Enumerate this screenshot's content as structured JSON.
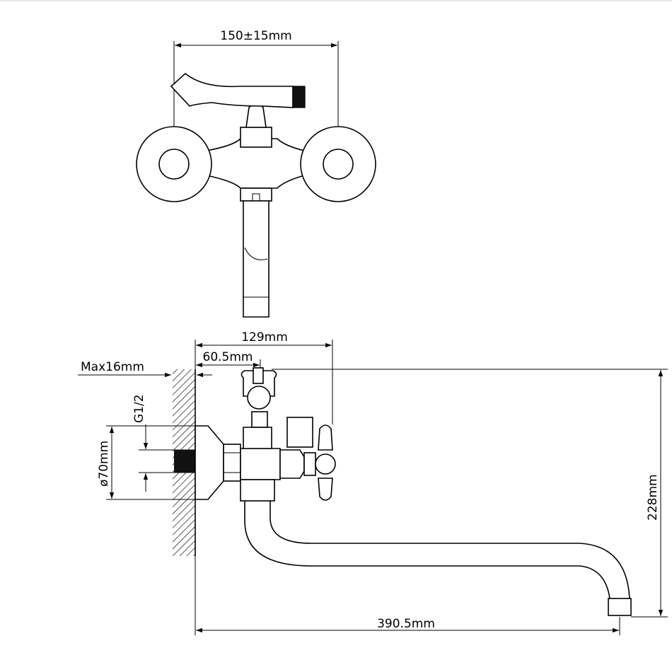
{
  "dimensions": {
    "top_spacing": "150±15mm",
    "depth_total": "129mm",
    "depth_partial": "60.5mm",
    "max_wall": "Max16mm",
    "thread": "G1/2",
    "flange_diameter": "ø70mm",
    "height": "228mm",
    "spout_length": "390.5mm"
  }
}
